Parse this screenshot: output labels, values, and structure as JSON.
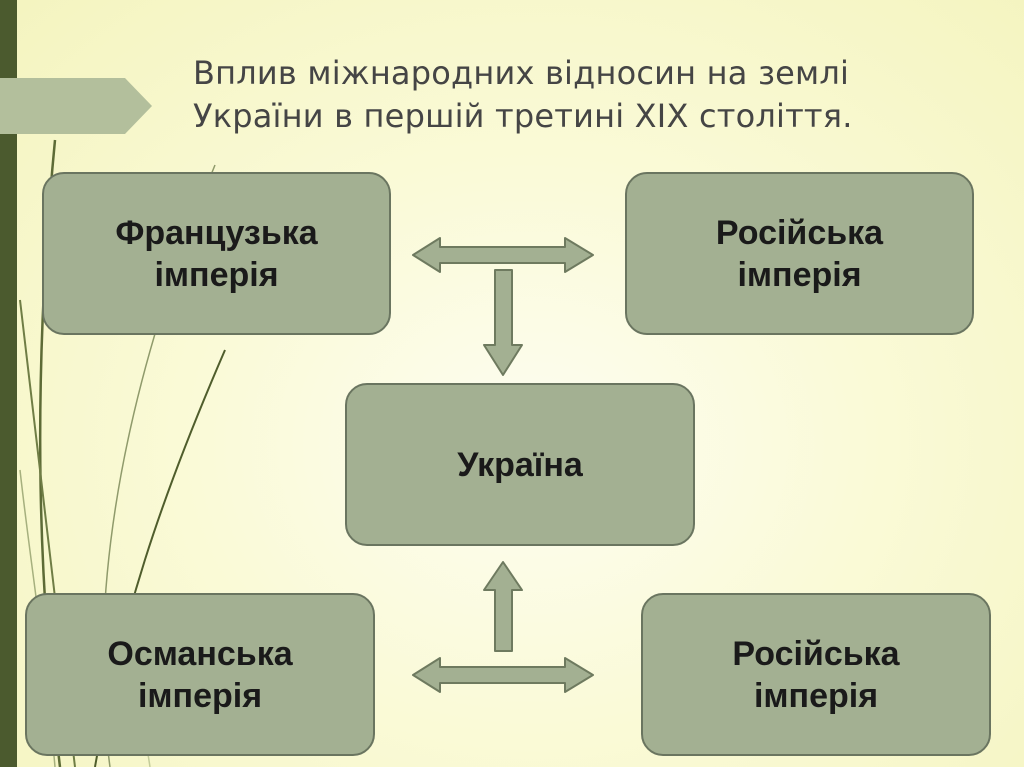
{
  "slide": {
    "title_line1": "Вплив міжнародних відносин на землі",
    "title_line2": "України в першій третині XIX століття."
  },
  "nodes": {
    "france": {
      "line1": "Французька",
      "line2": "імперія"
    },
    "russia_top": {
      "line1": "Російська",
      "line2": "імперія"
    },
    "ukraine": {
      "label": "Україна"
    },
    "ottoman": {
      "line1": "Османська",
      "line2": "імперія"
    },
    "russia_bottom": {
      "line1": "Російська",
      "line2": "імперія"
    }
  },
  "colors": {
    "box_fill": "#a3b092",
    "box_border": "#6a7560",
    "arrow_fill": "#a3b092",
    "arrow_border": "#6e7a5f",
    "accent_bar": "#4b5a2e",
    "title_text": "#454545"
  }
}
